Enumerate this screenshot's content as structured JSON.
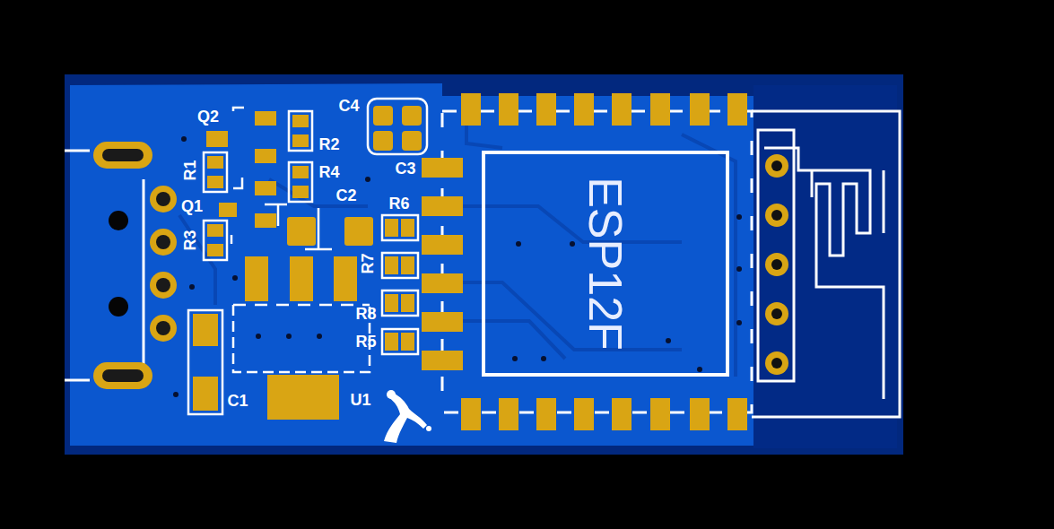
{
  "diagram": {
    "nodes": [
      {
        "text": [
          "ESP12F"
        ]
      }
    ],
    "labels": [
      "Q2",
      "C4",
      "R2",
      "R1",
      "R4",
      "C3",
      "C2",
      "Q1",
      "R6",
      "R3",
      "R7",
      "R8",
      "R5",
      "C1",
      "U1"
    ]
  }
}
